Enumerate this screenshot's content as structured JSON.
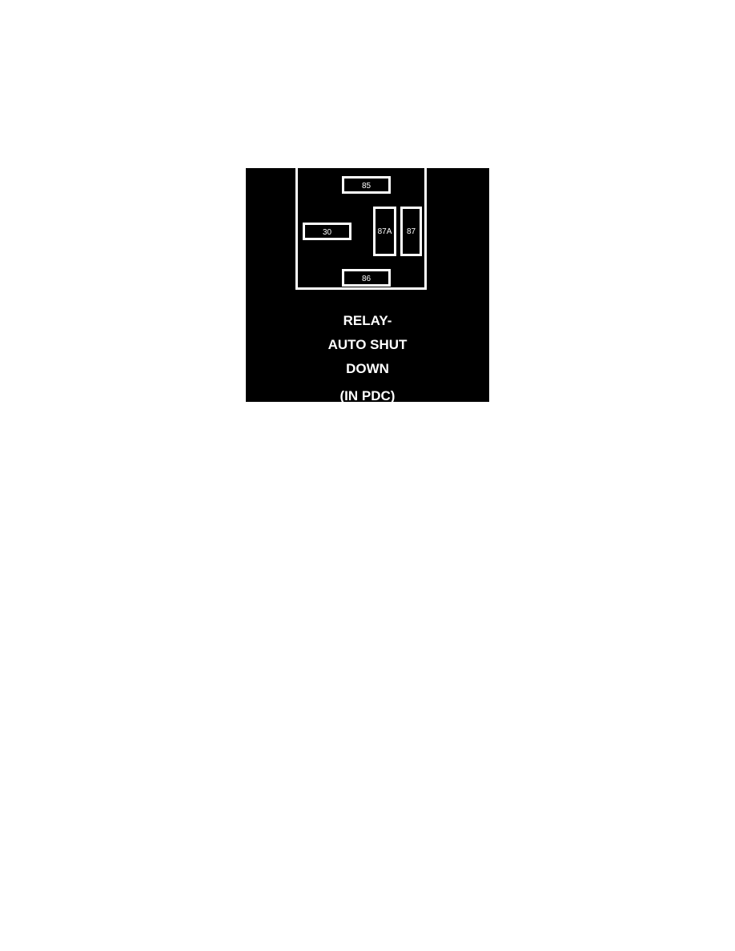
{
  "diagram": {
    "type": "relay-pinout",
    "background_color": "#000000",
    "line_color": "#ffffff",
    "pins": [
      {
        "id": "85",
        "label": "85",
        "orientation": "horizontal",
        "position": "top-center"
      },
      {
        "id": "30",
        "label": "30",
        "orientation": "horizontal",
        "position": "middle-left"
      },
      {
        "id": "87A",
        "label": "87A",
        "orientation": "vertical",
        "position": "middle-right-inner"
      },
      {
        "id": "87",
        "label": "87",
        "orientation": "vertical",
        "position": "middle-right-outer"
      },
      {
        "id": "86",
        "label": "86",
        "orientation": "horizontal",
        "position": "bottom-center"
      }
    ],
    "caption": {
      "line1": "RELAY-",
      "line2": "AUTO SHUT",
      "line3": "DOWN",
      "line4": "(IN PDC)"
    }
  }
}
